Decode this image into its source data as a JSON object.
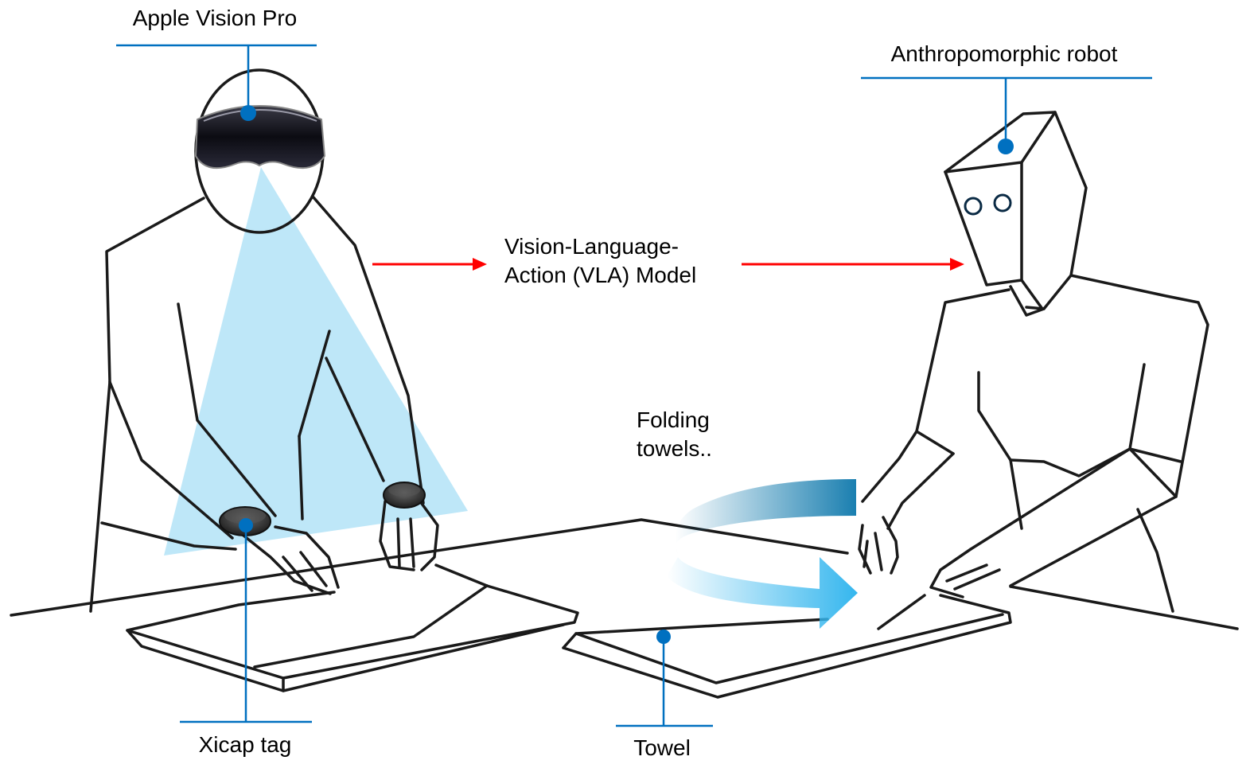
{
  "labels": {
    "apple_vision_pro": "Apple Vision Pro",
    "anthropomorphic_robot": "Anthropomorphic robot",
    "vla_line1": "Vision-Language-",
    "vla_line2": "Action (VLA) Model",
    "folding_line1": "Folding",
    "folding_line2": "towels..",
    "xicap_tag": "Xicap tag",
    "towel": "Towel"
  },
  "colors": {
    "callout": "#0070c0",
    "arrow": "#ff0000",
    "view_cone": "#b3e3f7",
    "line": "#1a1a1a",
    "fold_arrow": "#1ea7e0"
  }
}
